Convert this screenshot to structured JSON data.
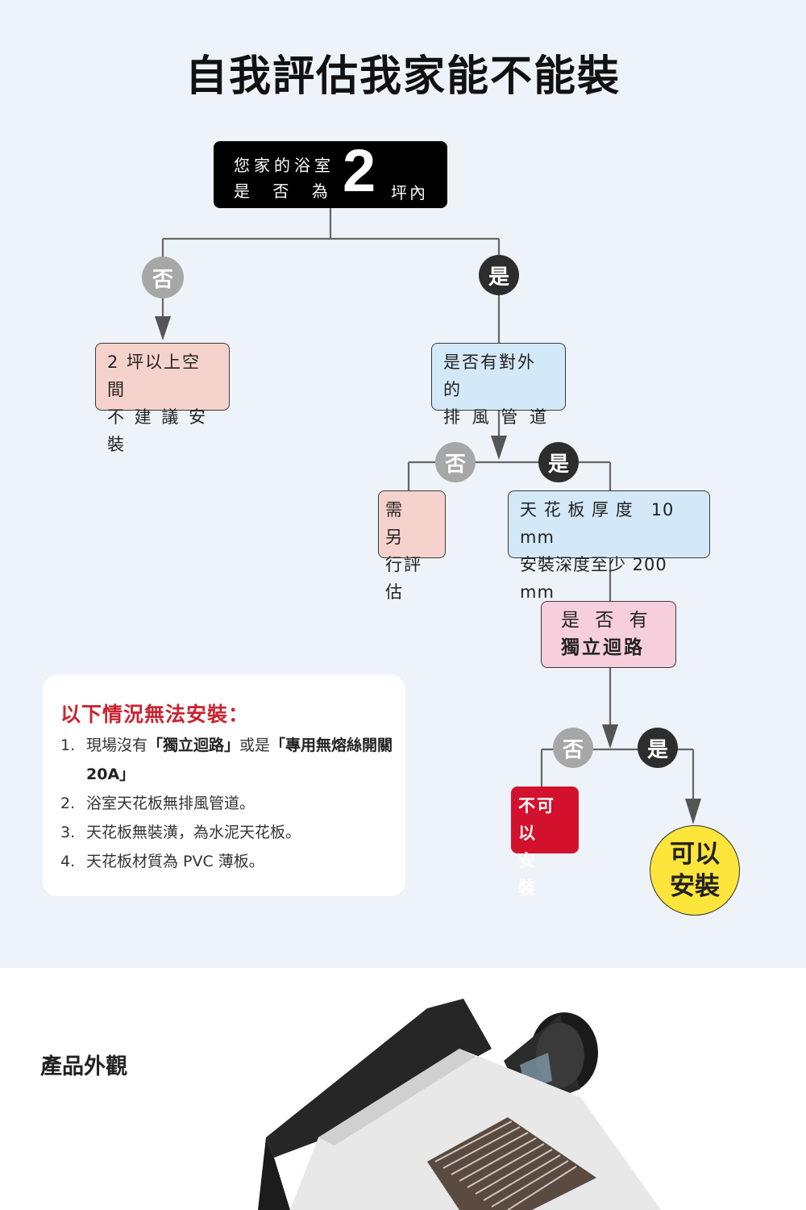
{
  "title": "自我評估我家能不能裝",
  "start": {
    "line1": "您家的浴室",
    "line2": "是 否 為",
    "number": "2",
    "unit": "坪內"
  },
  "labels": {
    "no": "否",
    "yes": "是"
  },
  "nodes": {
    "over_size_l1": "2 坪以上空間",
    "over_size_l2": "不 建 議 安 裝",
    "exhaust_l1": "是否有對外的",
    "exhaust_l2": "排 風 管 道",
    "assess_l1": "需　另",
    "assess_l2": "行評估",
    "ceiling_l1": "天 花 板 厚 度　10 mm",
    "ceiling_l2": "安裝深度至少 200 mm",
    "circuit_l1": "是 否 有",
    "circuit_l2": "獨立迴路",
    "cannot_l1": "不可以",
    "cannot_l2": "安　裝",
    "can_l1": "可以",
    "can_l2": "安裝"
  },
  "restrictions": {
    "heading": "以下情況無法安裝：",
    "items": [
      {
        "num": "1.",
        "pre": "現場沒有",
        "b1": "「獨立迴路」",
        "mid": "或是",
        "b2": "「專用無熔絲開關20A」"
      },
      {
        "num": "2.",
        "text": "浴室天花板無排風管道。"
      },
      {
        "num": "3.",
        "text": "天花板無裝潢，為水泥天花板。"
      },
      {
        "num": "4.",
        "text": "天花板材質為 PVC 薄板。"
      }
    ]
  },
  "product_section": {
    "title": "產品外觀"
  },
  "colors": {
    "background": "#edf3f8",
    "no_circle": "#a7a7a7",
    "yes_circle": "#2d2d2d",
    "warning": "#d2122d",
    "success": "#fde53b"
  }
}
